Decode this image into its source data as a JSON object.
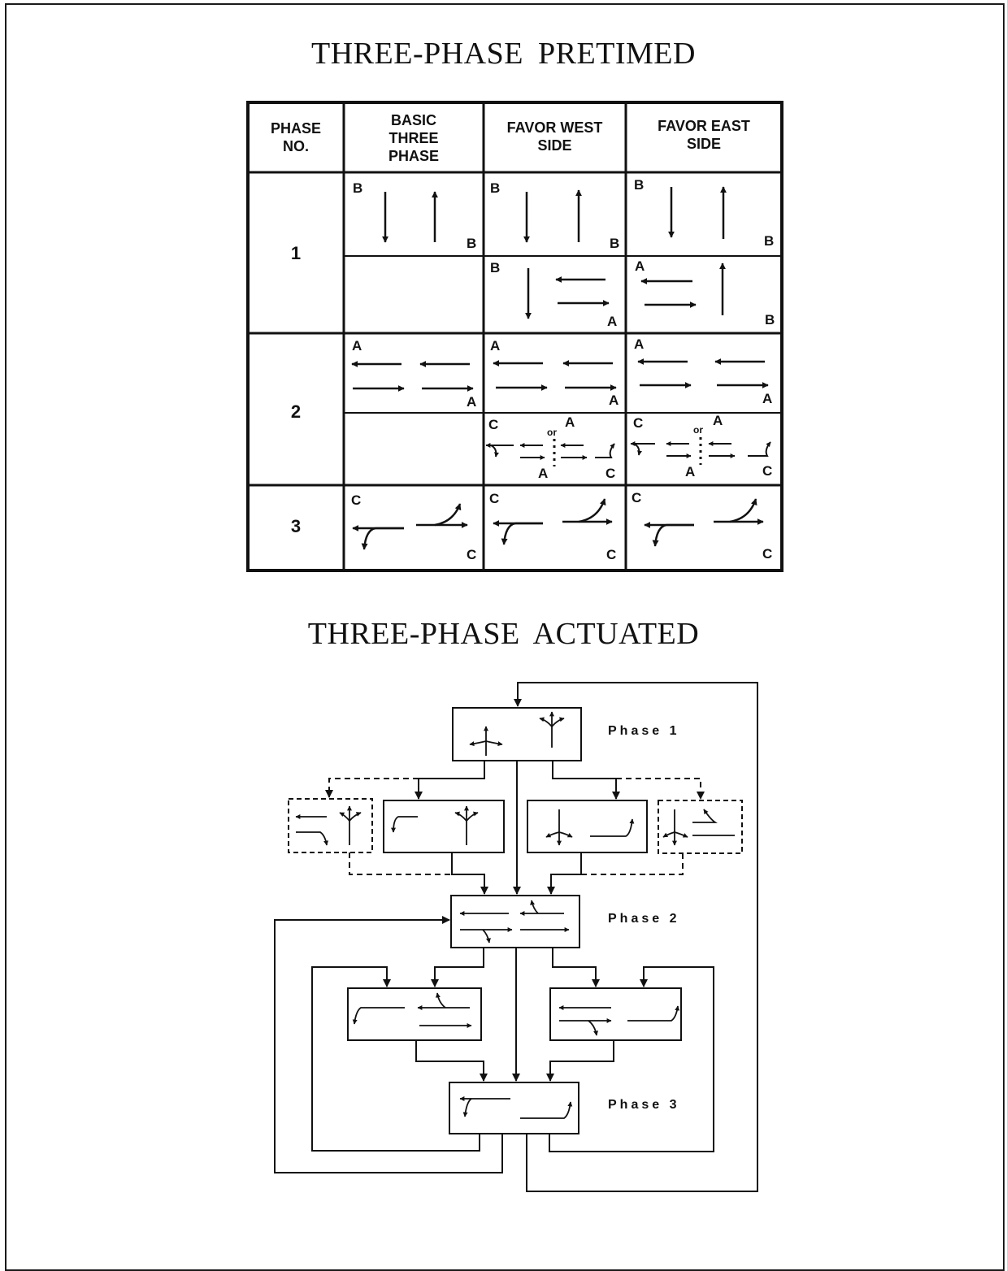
{
  "titles": {
    "pretimed": "THREE-PHASE  PRETIMED",
    "actuated": "THREE-PHASE  ACTUATED"
  },
  "table": {
    "headers": {
      "phase_no": [
        "PHASE",
        "NO."
      ],
      "basic": [
        "BASIC",
        "THREE",
        "PHASE"
      ],
      "favor_west": [
        "FAVOR WEST",
        "SIDE"
      ],
      "favor_east": [
        "FAVOR EAST",
        "SIDE"
      ]
    },
    "phase_numbers": [
      "1",
      "2",
      "3"
    ],
    "movement_labels": {
      "a": "A",
      "b": "B",
      "c": "C",
      "or": "or"
    }
  },
  "flowchart": {
    "phase_labels": [
      "Phase  1",
      "Phase  2",
      "Phase  3"
    ]
  }
}
